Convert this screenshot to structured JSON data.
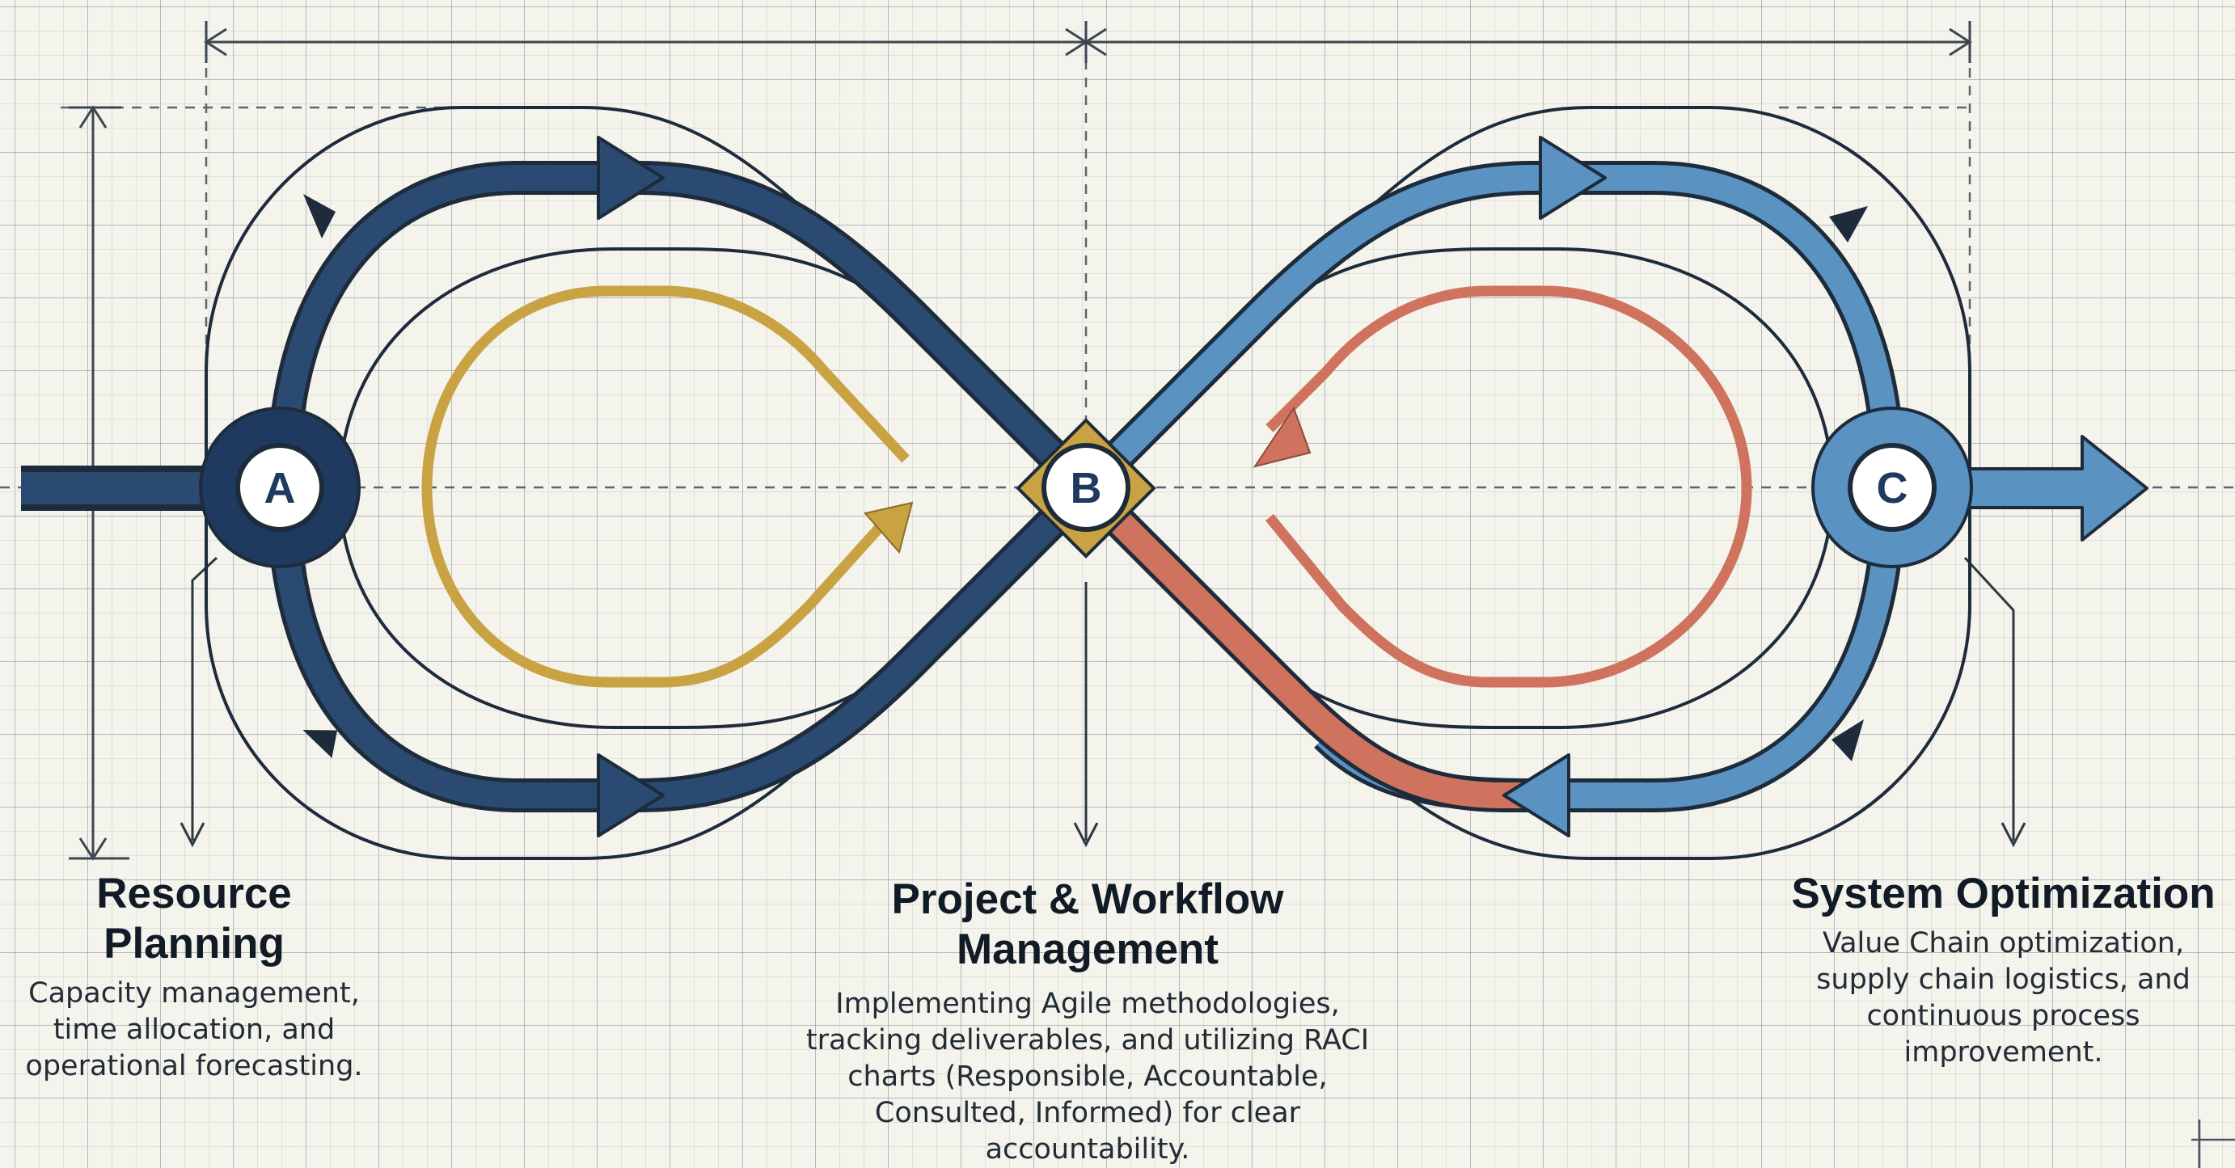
{
  "nodes": {
    "a": {
      "letter": "A"
    },
    "b": {
      "letter": "B"
    },
    "c": {
      "letter": "C"
    }
  },
  "captions": {
    "a": {
      "title": "Resource Planning",
      "description": "Capacity management, time allocation, and operational forecasting."
    },
    "b": {
      "title": "Project & Workflow Management",
      "description": "Implementing Agile methodologies, tracking deliverables, and utilizing RACI charts (Responsible, Accountable, Consulted, Informed) for clear accountability."
    },
    "c": {
      "title": "System Optimization",
      "description": "Value Chain optimization, supply chain logistics, and continuous process improvement."
    }
  },
  "colors": {
    "navy": "#1f3a5f",
    "steel_blue": "#4f88b8",
    "gold": "#c9a343",
    "coral": "#cf6f5c",
    "outline": "#1d2b3a"
  }
}
